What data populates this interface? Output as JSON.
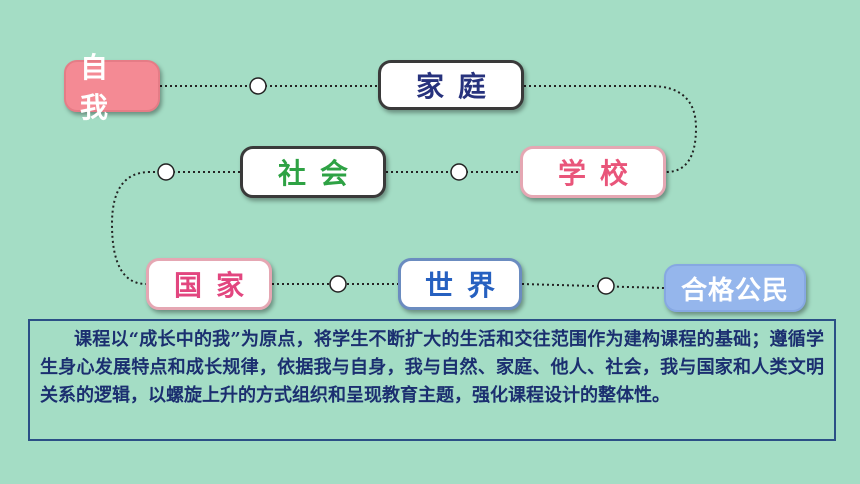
{
  "nodes": {
    "self": "自我",
    "family": "家庭",
    "school": "学校",
    "society": "社会",
    "country": "国家",
    "world": "世界",
    "citizen": "合格公民"
  },
  "description": "课程以“成长中的我”为原点，将学生不断扩大的生活和交往范围作为建构课程的基础；遵循学生身心发展特点和成长规律，依据我与自身，我与自然、家庭、他人、社会，我与国家和人类文明关系的逻辑，以螺旋上升的方式组织和呈现教育主题，强化课程设计的整体性。",
  "colors": {
    "background": "#a4ddc5",
    "self": "#f48a94",
    "family": "#27327d",
    "society": "#2ea244",
    "school": "#e9557a",
    "country": "#e2467f",
    "world": "#2660c0",
    "citizen": "#95b6ec",
    "description_text": "#1b2f70"
  }
}
